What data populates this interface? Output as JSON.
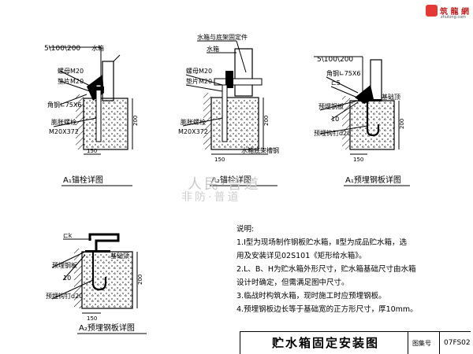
{
  "fig1": {
    "dims": "5\\100\\200",
    "water_tank": "水箱",
    "nut": "螺母M20",
    "washer": "垫片M20",
    "angle_steel": "角钢∟75X6",
    "expansion_bolt": "膨胀螺栓",
    "bolt_size": "M20X372",
    "dim_200": "200",
    "dim_150": "150",
    "caption": "A₁锚栓详图"
  },
  "fig2": {
    "fixing": "水箱与底架固定件",
    "water_tank": "水箱",
    "nut": "螺母M20",
    "washer": "垫片M20",
    "expansion_bolt": "膨胀螺栓",
    "bolt_size": "M20X372",
    "channel": "水箱底架槽钢",
    "dim_200": "200",
    "dim_150": "150",
    "caption": "A₂锚栓详图"
  },
  "fig3": {
    "dims": "5\\100\\200",
    "angle_steel": "角钢∟75X6",
    "c5": "⊏5",
    "foundation_top": "基础顶",
    "embed_plate": "预埋钢板",
    "ten": "10",
    "embed_hook": "预埋钩钉d20",
    "dim_200": "200",
    "dim_150": "150",
    "caption": "A₁预埋钢板详图"
  },
  "fig4": {
    "ck": "⊏k",
    "foundation_top": "基础顶",
    "embed_plate": "预埋钢板",
    "ten": "10",
    "embed_hook": "预埋钩钉d20",
    "dim_200": "200",
    "dim_150": "150",
    "caption": "A₂预埋钢板详图"
  },
  "notes": {
    "heading": "说明:",
    "lines": [
      "1.Ⅰ型为现场制作钢板贮水箱，Ⅱ型为成品贮水箱，选",
      "用及安装详见02S101《矩形给水箱》。",
      "2.L、B、H为贮水箱外形尺寸，贮水箱基础尺寸由水箱",
      "设计时确定，但需满足图中尺寸。",
      "3.临战时构筑水箱，现时施工时应预埋钢板。",
      "4.预埋钢板边长等于基础宽的正方形尺寸，厚10mm。"
    ]
  },
  "title_block": {
    "title": "贮水箱固定安装图",
    "atlas_label": "图集号",
    "atlas_code": "07FS02"
  },
  "logo": {
    "title": "筑 龍 網",
    "sub": "zhulong.com"
  },
  "watermark": {
    "line1": "人民·普道",
    "line2": "非防·普道"
  }
}
